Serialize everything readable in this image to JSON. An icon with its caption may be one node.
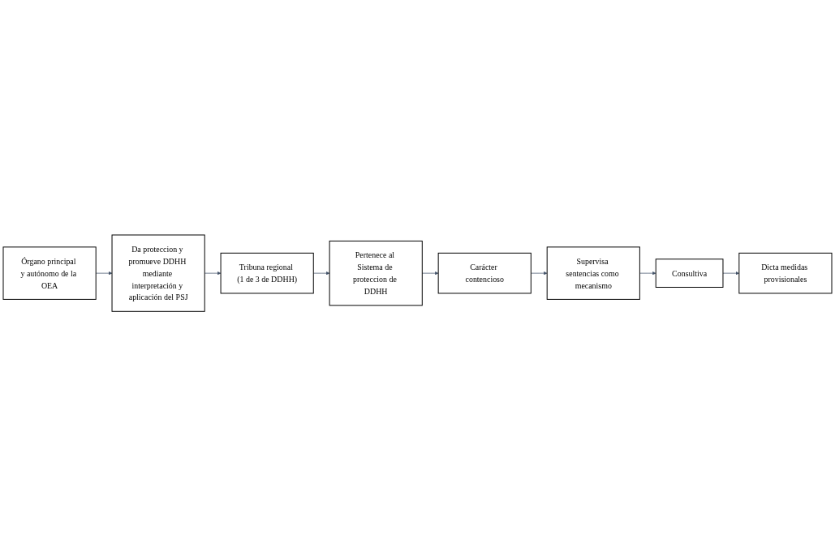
{
  "diagram": {
    "nodes": [
      {
        "text": [
          "Órgano principal y autónomo de la OEA"
        ]
      },
      {
        "text": [
          "Da proteccion y promueve DDHH mediante interpretación y aplicación del PSJ"
        ]
      },
      {
        "text": [
          "Tribuna regional (1 de 3 de DDHH)"
        ]
      },
      {
        "text": [
          "Pertenece al Sistema de proteccion de DDHH"
        ]
      },
      {
        "text": [
          "Carácter contencioso"
        ]
      },
      {
        "text": [
          "Supervisa sentencias como mecanismo"
        ]
      },
      {
        "text": [
          "Consultiva"
        ]
      },
      {
        "text": [
          "Dicta medidas provisionales"
        ]
      }
    ],
    "edges": [
      {
        "from": 0,
        "to": 1,
        "arrow": "to"
      },
      {
        "from": 1,
        "to": 2,
        "arrow": "to"
      },
      {
        "from": 2,
        "to": 3,
        "arrow": "to"
      },
      {
        "from": 3,
        "to": 4,
        "arrow": "to"
      },
      {
        "from": 4,
        "to": 5,
        "arrow": "to"
      },
      {
        "from": 5,
        "to": 6,
        "arrow": "to"
      },
      {
        "from": 6,
        "to": 7,
        "arrow": "to"
      }
    ]
  }
}
